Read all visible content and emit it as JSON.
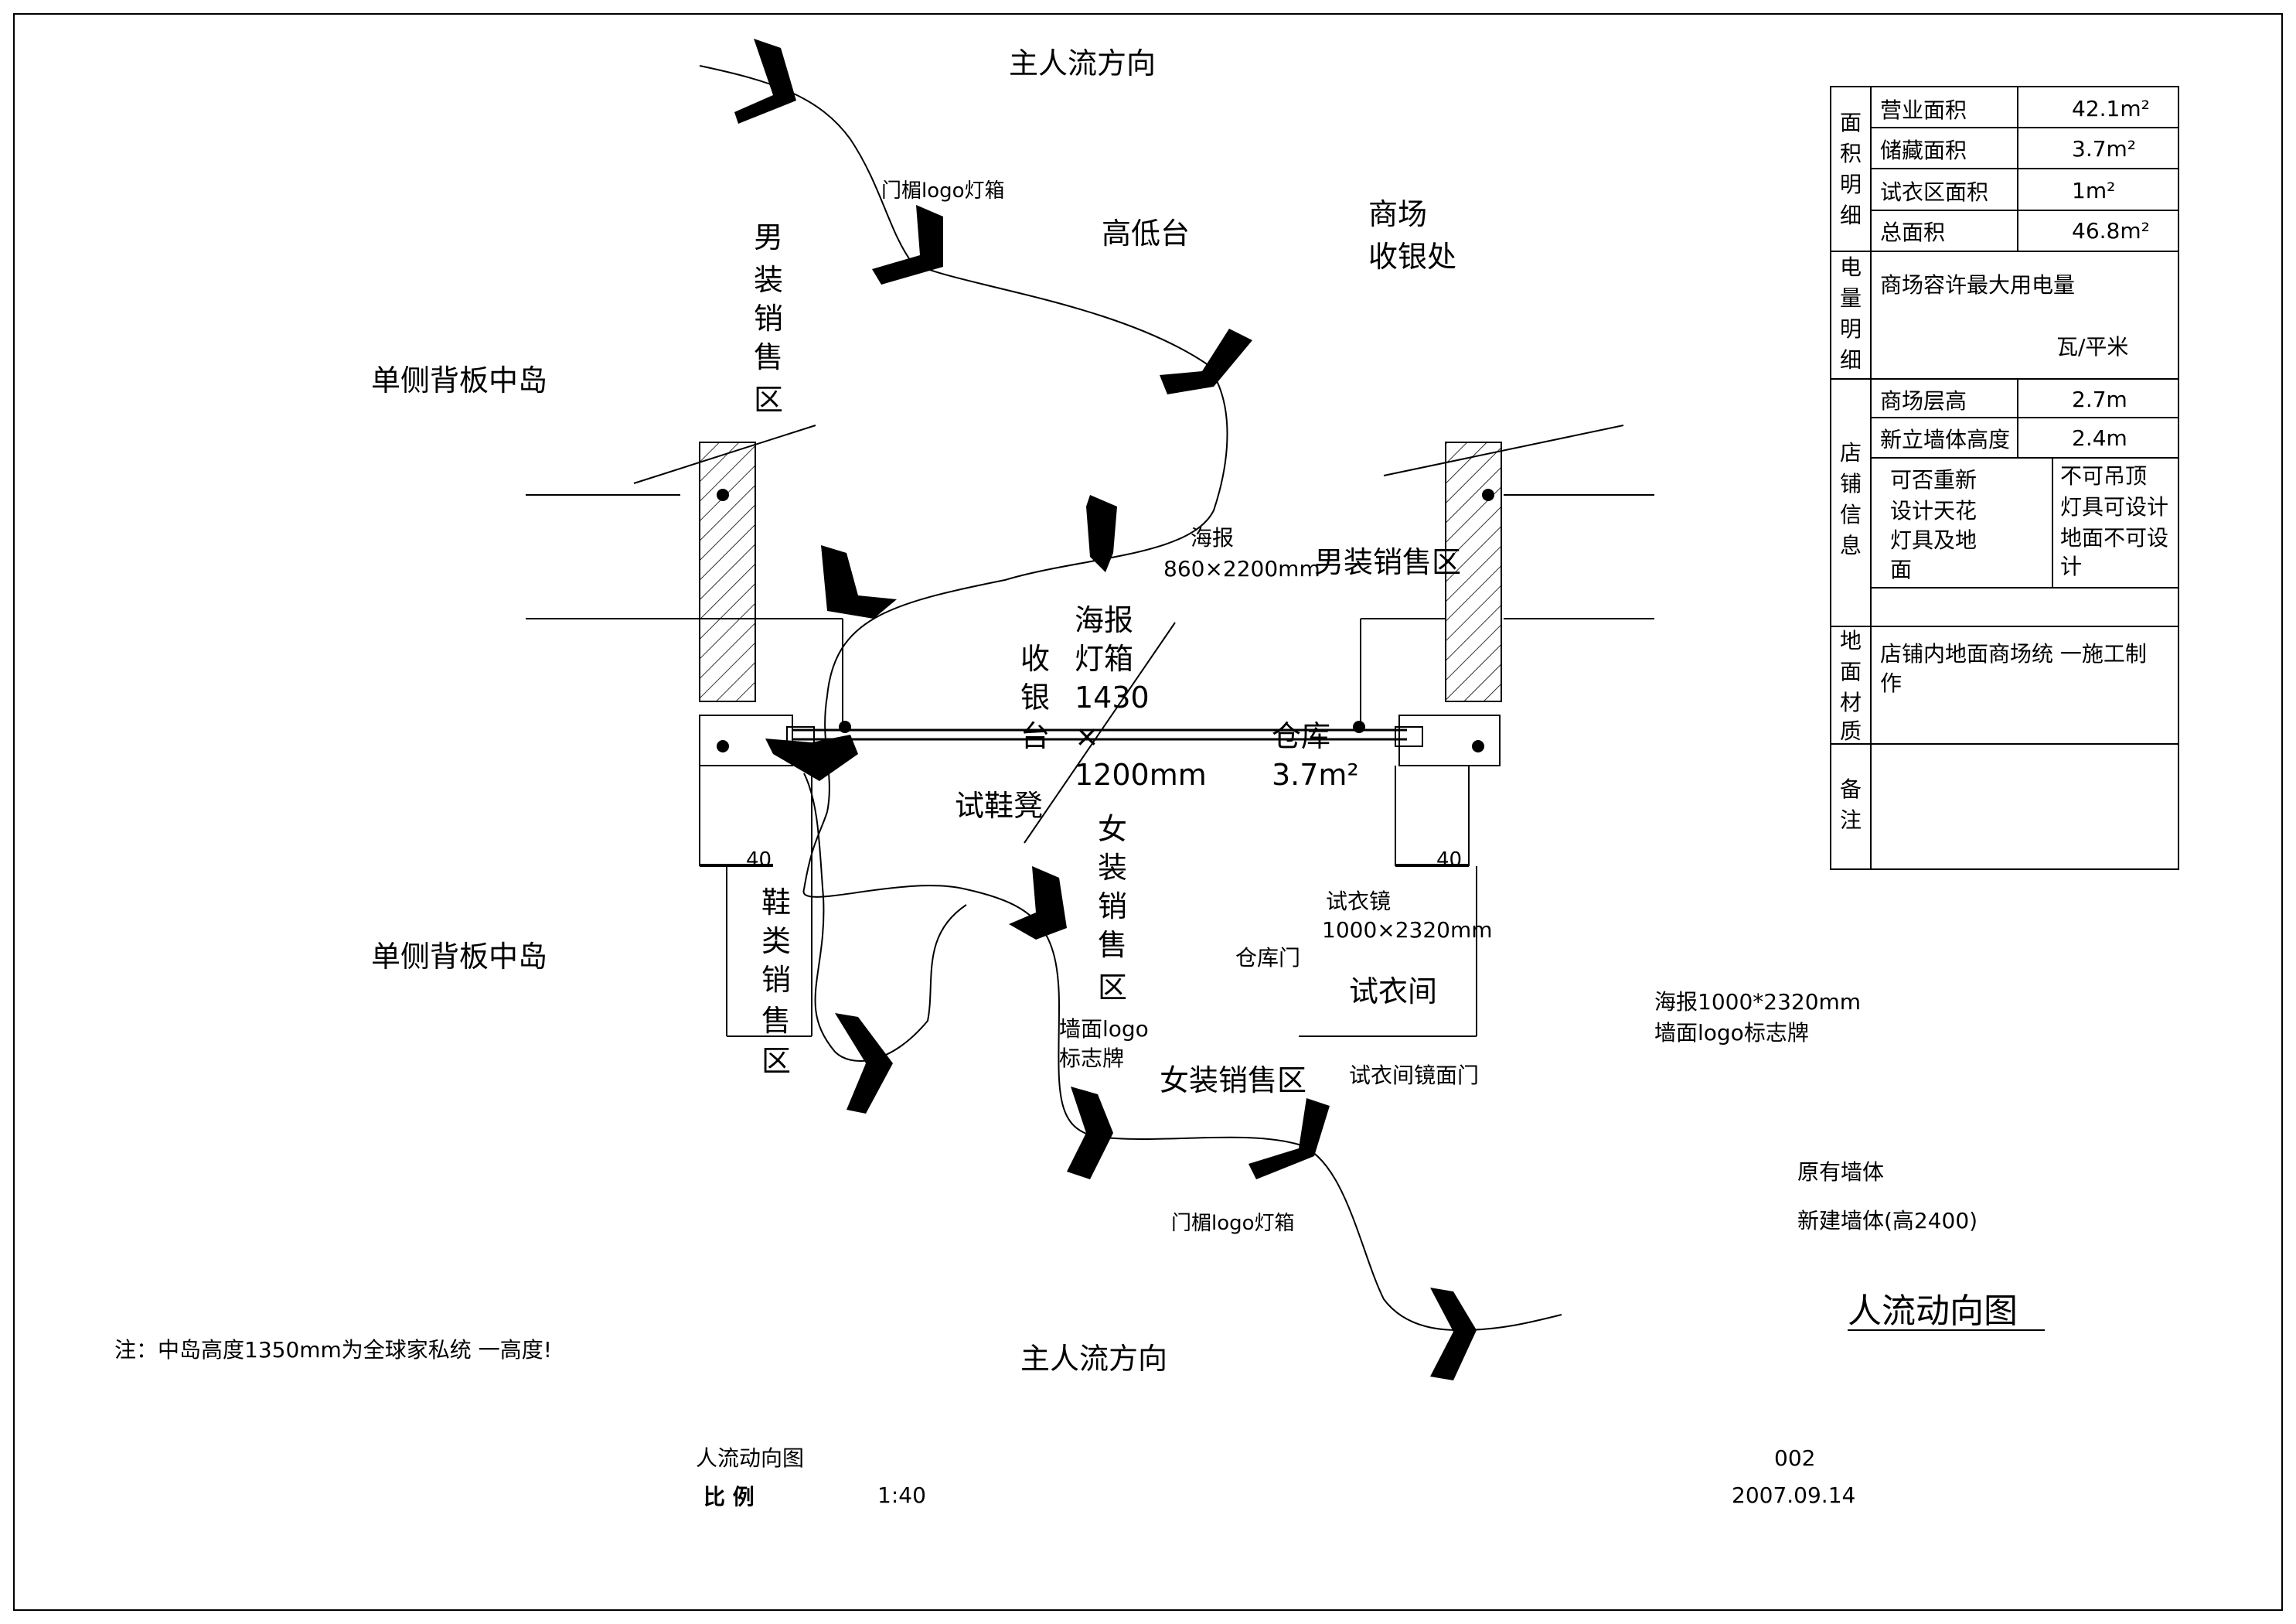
{
  "diagram": {
    "top_flow": "主人流方向",
    "bottom_flow": "主人流方向",
    "door_logo_top": "门楣logo灯箱",
    "door_logo_bottom": "门楣logo灯箱",
    "high_low_table": "高低台",
    "mall_cashier": [
      "商场",
      "收银处"
    ],
    "men_zone_vertical": [
      "男",
      "装",
      "销",
      "售",
      "区"
    ],
    "island_top": "单侧背板中岛",
    "island_bottom": "单侧背板中岛",
    "poster_top": [
      "海报",
      "860×2200mm"
    ],
    "men_zone_right": "男装销售区",
    "poster_lightbox": [
      "海报",
      "灯箱",
      "1430",
      "×",
      "1200mm"
    ],
    "cashier_desk": [
      "收",
      "银",
      "台"
    ],
    "storage": [
      "仓库",
      "3.7m²"
    ],
    "shoe_bench": "试鞋凳",
    "dim_left": "40",
    "dim_right": "40",
    "shoe_zone": [
      "鞋",
      "类",
      "销",
      "售",
      "区"
    ],
    "women_zone_vertical": [
      "女",
      "装",
      "销",
      "售",
      "区"
    ],
    "fitting_mirror": [
      "试衣镜",
      "1000×2320mm"
    ],
    "storage_door": "仓库门",
    "fitting_room": "试衣间",
    "wall_logo": [
      "墙面logo",
      "标志牌"
    ],
    "women_zone": "女装销售区",
    "fitting_mirror_door": "试衣间镜面门",
    "poster_side": [
      "海报1000*2320mm",
      "墙面logo标志牌"
    ],
    "legend_old": "原有墙体",
    "legend_new": "新建墙体(高2400)",
    "big_title": "人流动向图",
    "note": "注：中岛高度1350mm为全球家私统 一高度!"
  },
  "table": {
    "area_header": [
      "面",
      "积",
      "明",
      "细"
    ],
    "area_rows": [
      {
        "label": "营业面积",
        "value": "42.1m²"
      },
      {
        "label": "储藏面积",
        "value": "3.7m²"
      },
      {
        "label": "试衣区面积",
        "value": "1m²"
      },
      {
        "label": "总面积",
        "value": "46.8m²"
      }
    ],
    "power_header": [
      "电",
      "量",
      "明",
      "细"
    ],
    "power_label": "商场容许最大用电量",
    "power_unit": "瓦/平米",
    "shop_header": [
      "店",
      "铺",
      "信",
      "息"
    ],
    "shop_rows": [
      {
        "label": "商场层高",
        "value": "2.7m"
      },
      {
        "label": "新立墙体高度",
        "value": "2.4m"
      }
    ],
    "redesign_q": [
      "可否重新",
      "设计天花",
      "灯具及地",
      "面"
    ],
    "redesign_a": [
      "不可吊顶",
      "灯具可设计",
      "地面不可设",
      "计"
    ],
    "floor_header": [
      "地",
      "面",
      "材",
      "质"
    ],
    "floor_text": [
      "店铺内地面商场统 一施工制",
      "作"
    ],
    "remark_header": [
      "备",
      "注"
    ]
  },
  "footer": {
    "drawing_name": "人流动向图",
    "scale_label": "比 例",
    "scale_value": "1:40",
    "sheet_no": "002",
    "date": "2007.09.14"
  }
}
